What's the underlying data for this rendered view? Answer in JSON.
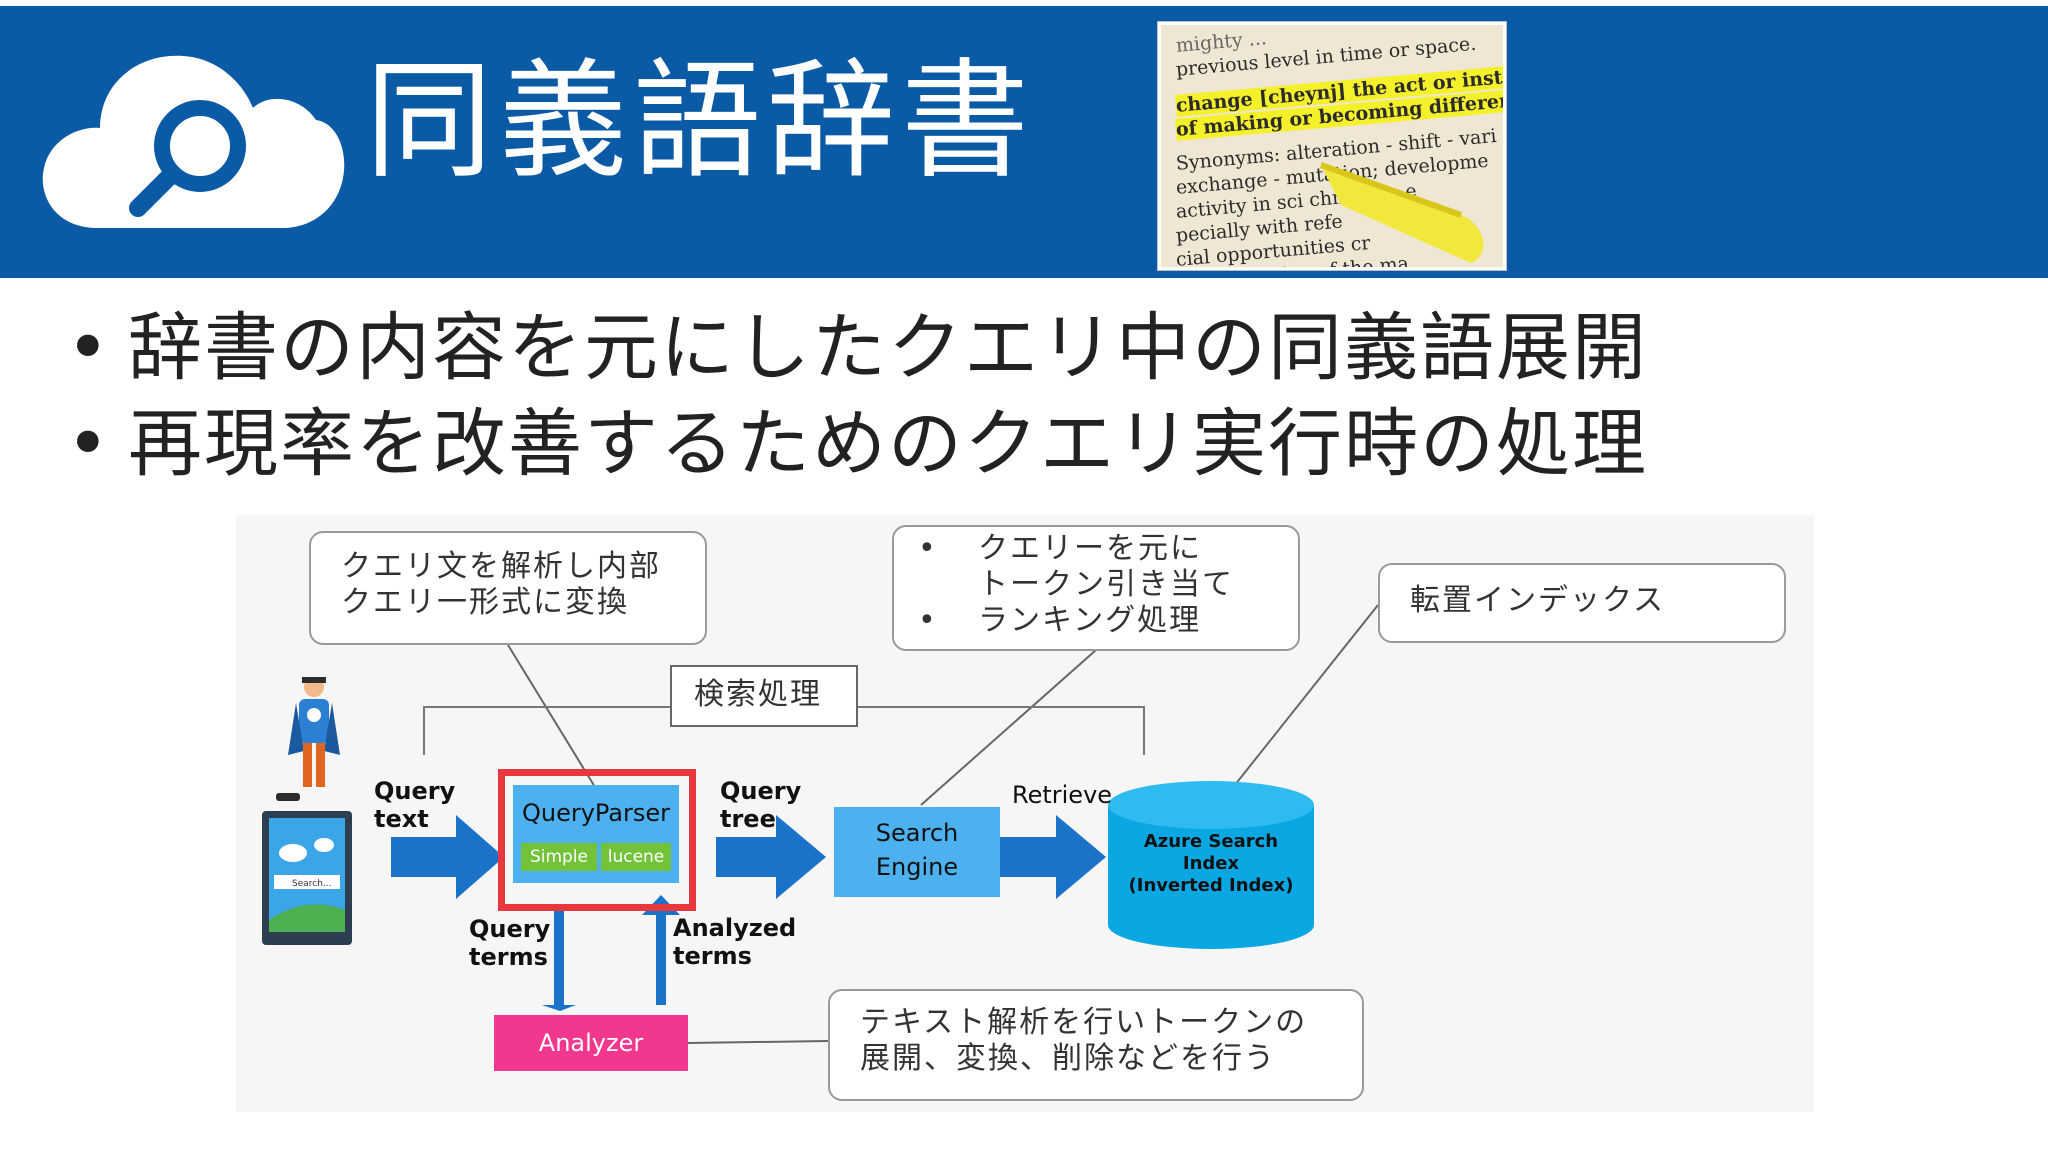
{
  "slide": {
    "title": "同義語辞書",
    "header_color": "#0b5aa5",
    "logo_icon": "cloud-search-icon",
    "bullets": [
      "辞書の内容を元にしたクエリ中の同義語展開",
      "再現率を改善するためのクエリ実行時の処理"
    ]
  },
  "thumbnail": {
    "lines": [
      "mighty ...",
      "previous level in time or space.",
      "change [cheynj] the act or instance",
      "of making or becoming different.",
      "Synonyms: alteration - shift - vari",
      "exchange - mutation; developme",
      "activity in sci      chnology, e",
      "pecially with refe",
      "cial opportunities cr",
      "the promotion of the ma"
    ]
  },
  "diagram": {
    "callouts": {
      "query_parser_note": [
        "クエリ文を解析し内部",
        "クエリ一形式に変換"
      ],
      "search_engine_note": [
        "クエリーを元に",
        "トークン引き当て",
        "ランキング処理"
      ],
      "index_note": "転置インデックス",
      "analyzer_note": [
        "テキスト解析を行いトークンの",
        "展開、変換、削除などを行う"
      ],
      "search_processing": "検索処理"
    },
    "flow": {
      "query_text": [
        "Query",
        "text"
      ],
      "query_tree": [
        "Query",
        "tree"
      ],
      "retrieve": "Retrieve",
      "query_terms": [
        "Query",
        "terms"
      ],
      "analyzed_terms": [
        "Analyzed",
        "terms"
      ]
    },
    "query_parser": {
      "label": "QueryParser",
      "modes": [
        "Simple",
        "lucene"
      ]
    },
    "search_engine": [
      "Search",
      "Engine"
    ],
    "index": [
      "Azure Search",
      "Index",
      "(Inverted Index)"
    ],
    "analyzer": "Analyzer",
    "device_search": "Search...",
    "colors": {
      "arrow": "#1a73c8",
      "component": "#4db1f0",
      "highlight_box": "#e8383d",
      "mode_button": "#72c23a",
      "analyzer": "#f2378f",
      "cylinder": "#0aa7e2"
    }
  }
}
